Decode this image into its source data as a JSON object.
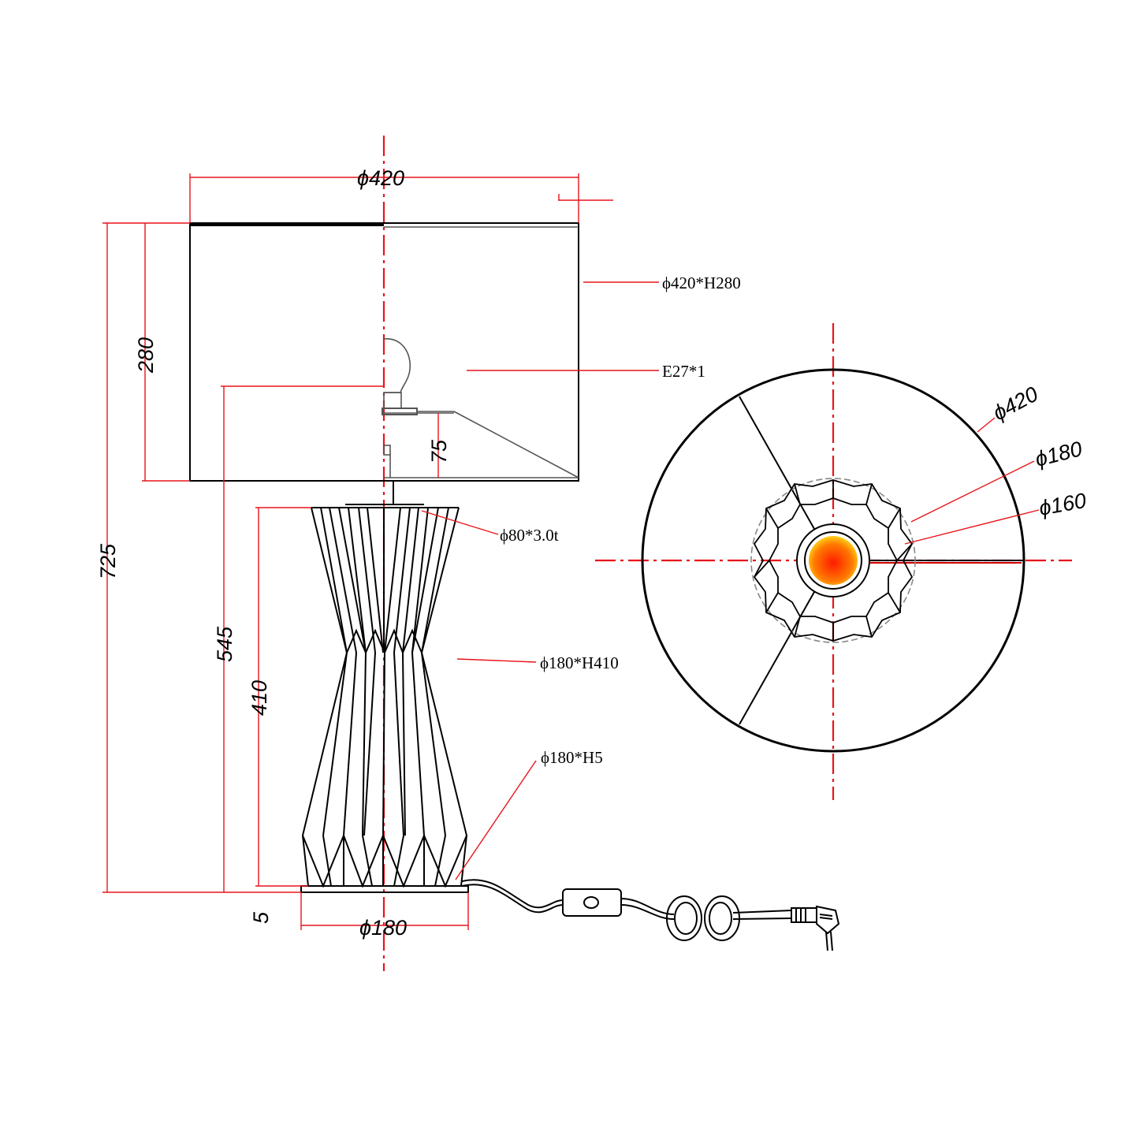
{
  "dimensions": {
    "shade_width": "ϕ420",
    "height_total": "725",
    "height_shade": "280",
    "height_bulb": "545",
    "height_75": "75",
    "height_base": "410",
    "height_plinth": "5",
    "width_plinth": "ϕ180"
  },
  "labels": {
    "shade": "ϕ420*H280",
    "bulb": "E27*1",
    "tube": "ϕ80*3.0t",
    "body": "ϕ180*H410",
    "plinth": "ϕ180*H5"
  },
  "top_view": {
    "d420": "ϕ420",
    "d180": "ϕ180",
    "d160": "ϕ160"
  },
  "colors": {
    "dimension_line": "#e8141b",
    "outline": "#000000",
    "bulb_center": "#ff1a00",
    "bulb_edge": "#ffd21a"
  }
}
